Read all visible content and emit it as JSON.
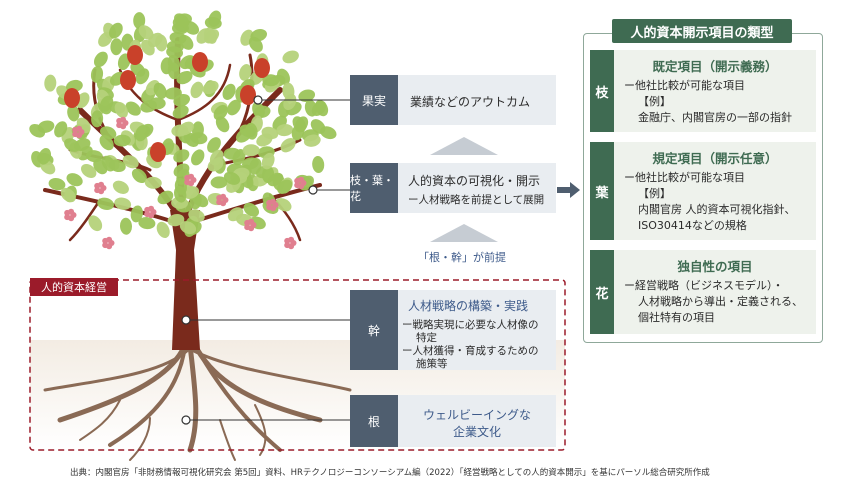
{
  "diagram": {
    "layers": {
      "fruit": {
        "label": "果実",
        "text": "業績などのアウトカム"
      },
      "branch": {
        "label": "枝・葉・花",
        "title": "人的資本の可視化・開示",
        "sub": "ー人材戦略を前提として展開"
      },
      "trunk": {
        "label": "幹",
        "title": "人材戦略の構築・実践",
        "sub1": "ー戦略実現に必要な人材像の",
        "sub1b": "特定",
        "sub2": "ー人材獲得・育成するための",
        "sub2b": "施策等"
      },
      "root": {
        "label": "根",
        "text1": "ウェルビーイングな",
        "text2": "企業文化"
      }
    },
    "premise": "「根・幹」が前提",
    "management_label": "人的資本経営",
    "types": {
      "title": "人的資本開示項目の類型",
      "items": [
        {
          "side": "枝",
          "title": "既定項目（開示義務）",
          "l1": "ー他社比較が可能な項目",
          "l2": "【例】",
          "l3": "金融庁、内閣官房の一部の指針",
          "l4": ""
        },
        {
          "side": "葉",
          "title": "規定項目（開示任意）",
          "l1": "ー他社比較が可能な項目",
          "l2": "【例】",
          "l3": "内閣官房 人的資本可視化指針、",
          "l4": "ISO30414などの規格"
        },
        {
          "side": "花",
          "title": "独自性の項目",
          "l1": "ー経営戦略（ビジネスモデル）・",
          "l2": "人材戦略から導出・定義される、",
          "l3": "個社特有の項目",
          "l4": ""
        }
      ]
    },
    "source": "出典：内閣官房「非財務情報可視化研究会 第5回」資料、HRテクノロジーコンソーシアム編（2022）「経営戦略としての人的資本開示」を基にパーソル総合研究所作成",
    "colors": {
      "trunk": "#7a2a1c",
      "leaf": "#9cc45a",
      "fruit": "#c9412a",
      "flower": "#e07f8f",
      "accent_green": "#3f6b52",
      "label_gray": "#4f5e6f",
      "dash_red": "#9b1b2a"
    }
  }
}
